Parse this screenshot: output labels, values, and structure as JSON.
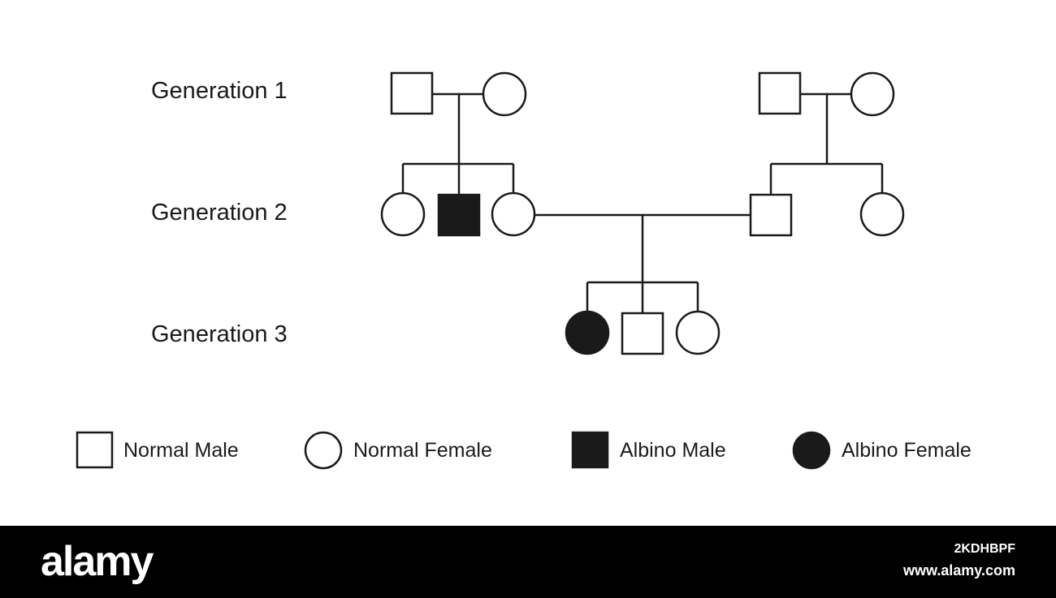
{
  "generations": [
    {
      "label": "Generation 1"
    },
    {
      "label": "Generation 2"
    },
    {
      "label": "Generation 3"
    }
  ],
  "individuals": [
    {
      "id": "g1-left-father",
      "sex": "male",
      "phenotype": "normal"
    },
    {
      "id": "g1-left-mother",
      "sex": "female",
      "phenotype": "normal"
    },
    {
      "id": "g1-right-father",
      "sex": "male",
      "phenotype": "normal"
    },
    {
      "id": "g1-right-mother",
      "sex": "female",
      "phenotype": "normal"
    },
    {
      "id": "g2-daughter-1",
      "sex": "female",
      "phenotype": "normal"
    },
    {
      "id": "g2-son-albino",
      "sex": "male",
      "phenotype": "albino"
    },
    {
      "id": "g2-daughter-2",
      "sex": "female",
      "phenotype": "normal"
    },
    {
      "id": "g2-son-right",
      "sex": "male",
      "phenotype": "normal"
    },
    {
      "id": "g2-daughter-right",
      "sex": "female",
      "phenotype": "normal"
    },
    {
      "id": "g3-daughter-albino",
      "sex": "female",
      "phenotype": "albino"
    },
    {
      "id": "g3-son",
      "sex": "male",
      "phenotype": "normal"
    },
    {
      "id": "g3-daughter",
      "sex": "female",
      "phenotype": "normal"
    }
  ],
  "legend": [
    {
      "label": "Normal Male",
      "shape": "square",
      "filled": false
    },
    {
      "label": "Normal Female",
      "shape": "circle",
      "filled": false
    },
    {
      "label": "Albino Male",
      "shape": "square",
      "filled": true
    },
    {
      "label": "Albino Female",
      "shape": "circle",
      "filled": true
    }
  ],
  "footer": {
    "logo": "alamy",
    "image_id": "2KDHBPF",
    "url": "www.alamy.com"
  },
  "colors": {
    "line": "#1a1a1a",
    "fill_affected": "#1a1a1a",
    "fill_normal": "#ffffff",
    "footer_bg": "#000000"
  }
}
